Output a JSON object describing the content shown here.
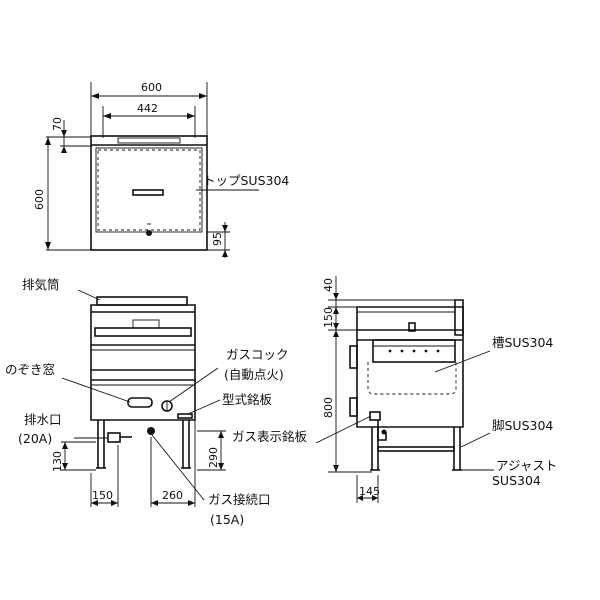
{
  "top_view": {
    "dim_width_total": "600",
    "dim_width_inner": "442",
    "dim_top_edge": "70",
    "dim_height_total": "600",
    "dim_bottom_edge": "95",
    "label_top": "トップSUS304"
  },
  "front_view": {
    "label_exhaust": "排気筒",
    "label_window": "のぞき窓",
    "label_gas_cock_line1": "ガスコック",
    "label_gas_cock_line2": "(自動点火)",
    "label_nameplate": "型式銘板",
    "label_drain_line1": "排水口",
    "label_drain_line2": "(20A)",
    "label_gas_conn_line1": "ガス接続口",
    "label_gas_conn_line2": "(15A)",
    "dim_drain_height": "130",
    "dim_drain_offset": "150",
    "dim_gas_offset": "260",
    "dim_gas_height": "290"
  },
  "side_view": {
    "dim_top": "40",
    "dim_upper": "150",
    "dim_body": "800",
    "dim_leg_offset": "145",
    "label_tank": "槽SUS304",
    "label_gas_plate": "ガス表示銘板",
    "label_leg": "脚SUS304",
    "label_adjuster_line1": "アジャスト",
    "label_adjuster_line2": "SUS304"
  }
}
